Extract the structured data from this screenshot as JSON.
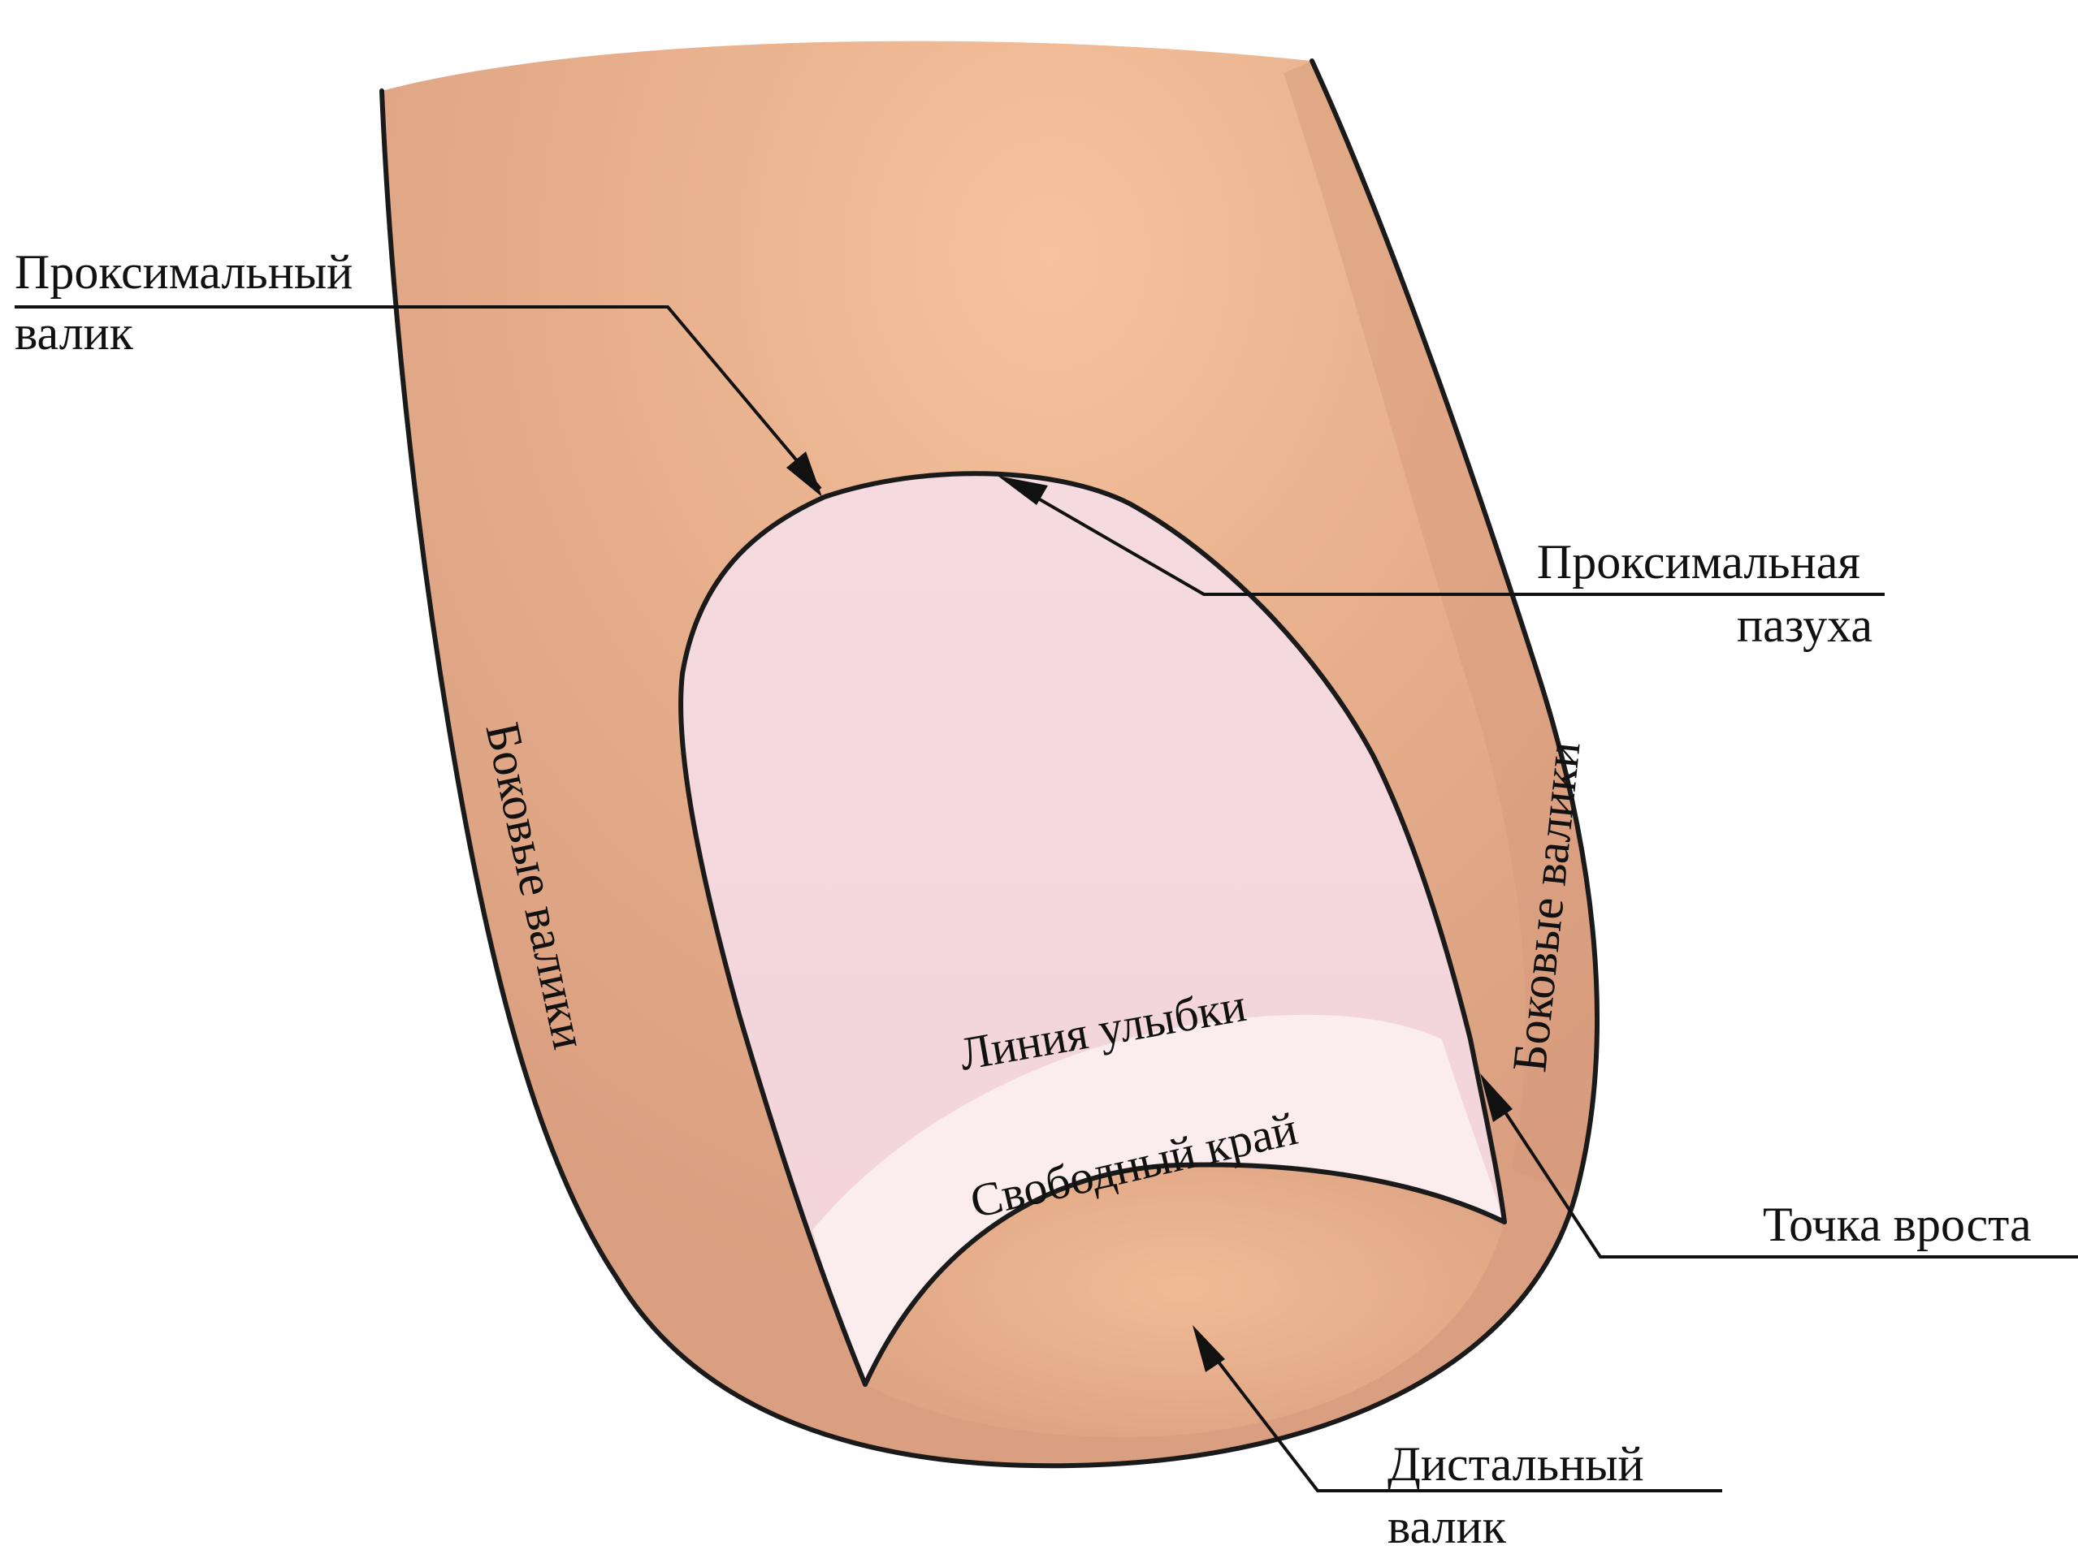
{
  "labels": {
    "proximal_fold": [
      "Проксимальный",
      "валик"
    ],
    "proximal_sinus": [
      "Проксимальная",
      "пазуха"
    ],
    "lateral_fold_left": "Боковые валики",
    "lateral_fold_right": "Боковые валики",
    "smile_line": "Линия улыбки",
    "free_edge": "Свободный край",
    "hyponychium_point": "Точка вроста",
    "distal_fold": [
      "Дистальный",
      "валик"
    ]
  },
  "colors": {
    "skin_base": "#dba383",
    "skin_highlight": "#f4bf99",
    "nail_plate": "#f3d5dc",
    "free_edge": "#fbeced",
    "outline": "#1a1a1a",
    "text": "#111111"
  }
}
